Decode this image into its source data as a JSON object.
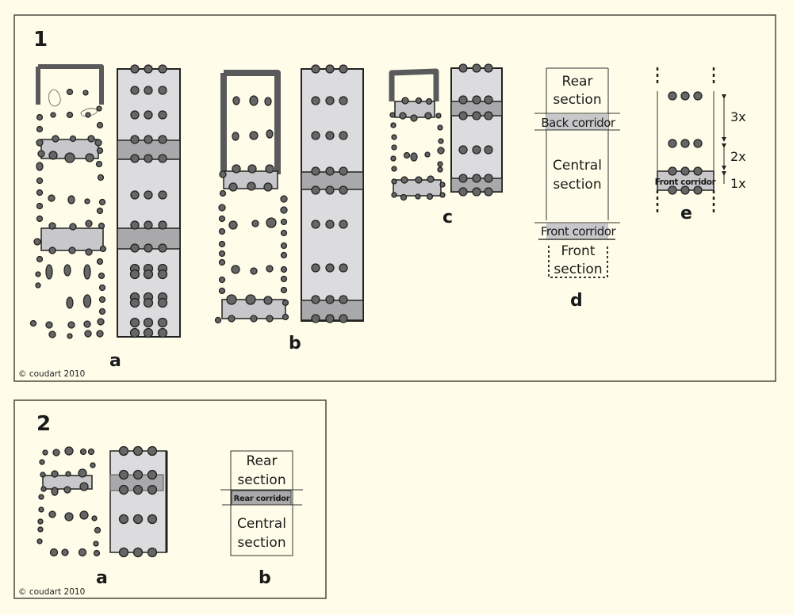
{
  "colors": {
    "background": "#fffde9",
    "panel_border": "#4a4a40",
    "post_fill": "#666666",
    "post_stroke": "#222222",
    "house_fill": "#dcdcdf",
    "corridor_fill": "#a9a9ab",
    "wall_fill": "#5a5a5c",
    "dark_text": "#1a1a1a"
  },
  "panel1": {
    "number": "1",
    "copyright": "© coudart 2010",
    "subfigures": {
      "a": {
        "label": "a"
      },
      "b": {
        "label": "b"
      },
      "c": {
        "label": "c"
      },
      "d": {
        "label": "d",
        "rear_section": [
          "Rear",
          "section"
        ],
        "back_corridor": "Back corridor",
        "central_section": [
          "Central",
          "section"
        ],
        "front_corridor": "Front corridor",
        "front_section": [
          "Front",
          "section"
        ]
      },
      "e": {
        "label": "e",
        "front_corridor": "Front corridor",
        "spacing_labels": [
          "3x",
          "2x",
          "1x"
        ]
      }
    }
  },
  "panel2": {
    "number": "2",
    "copyright": "© coudart 2010",
    "subfigures": {
      "a": {
        "label": "a"
      },
      "b": {
        "label": "b",
        "rear_section": [
          "Rear",
          "section"
        ],
        "rear_corridor": "Rear corridor",
        "central_section": [
          "Central",
          "section"
        ]
      }
    }
  }
}
